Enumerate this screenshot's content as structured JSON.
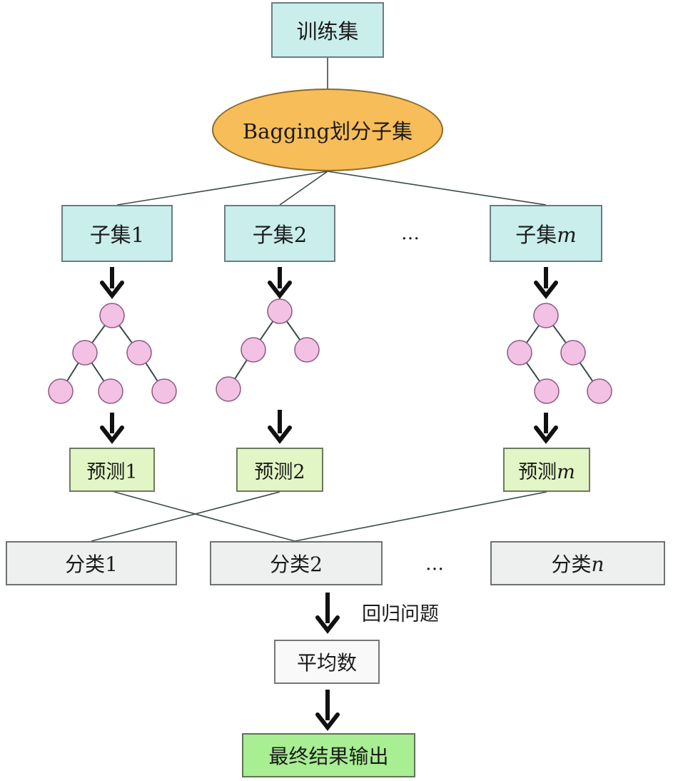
{
  "training_set": "训练集",
  "bagging": "Bagging划分子集",
  "subsets": [
    {
      "prefix": "子集",
      "index": "1",
      "italic": false
    },
    {
      "prefix": "子集",
      "index": "2",
      "italic": false
    },
    {
      "prefix": "子集",
      "index": "m",
      "italic": true
    }
  ],
  "predictions": [
    {
      "prefix": "预测",
      "index": "1",
      "italic": false
    },
    {
      "prefix": "预测",
      "index": "2",
      "italic": false
    },
    {
      "prefix": "预测",
      "index": "m",
      "italic": true
    }
  ],
  "classes": [
    {
      "prefix": "分类",
      "index": "1",
      "italic": false
    },
    {
      "prefix": "分类",
      "index": "2",
      "italic": false
    },
    {
      "prefix": "分类",
      "index": "n",
      "italic": true
    }
  ],
  "ellipsis": "…",
  "regression_label": "回归问题",
  "average": "平均数",
  "final_output": "最终结果输出",
  "colors": {
    "node_fill": "#f2c1e3",
    "node_stroke": "#8a5a80",
    "line": "#3b4b4a",
    "arrow": "#111111"
  }
}
